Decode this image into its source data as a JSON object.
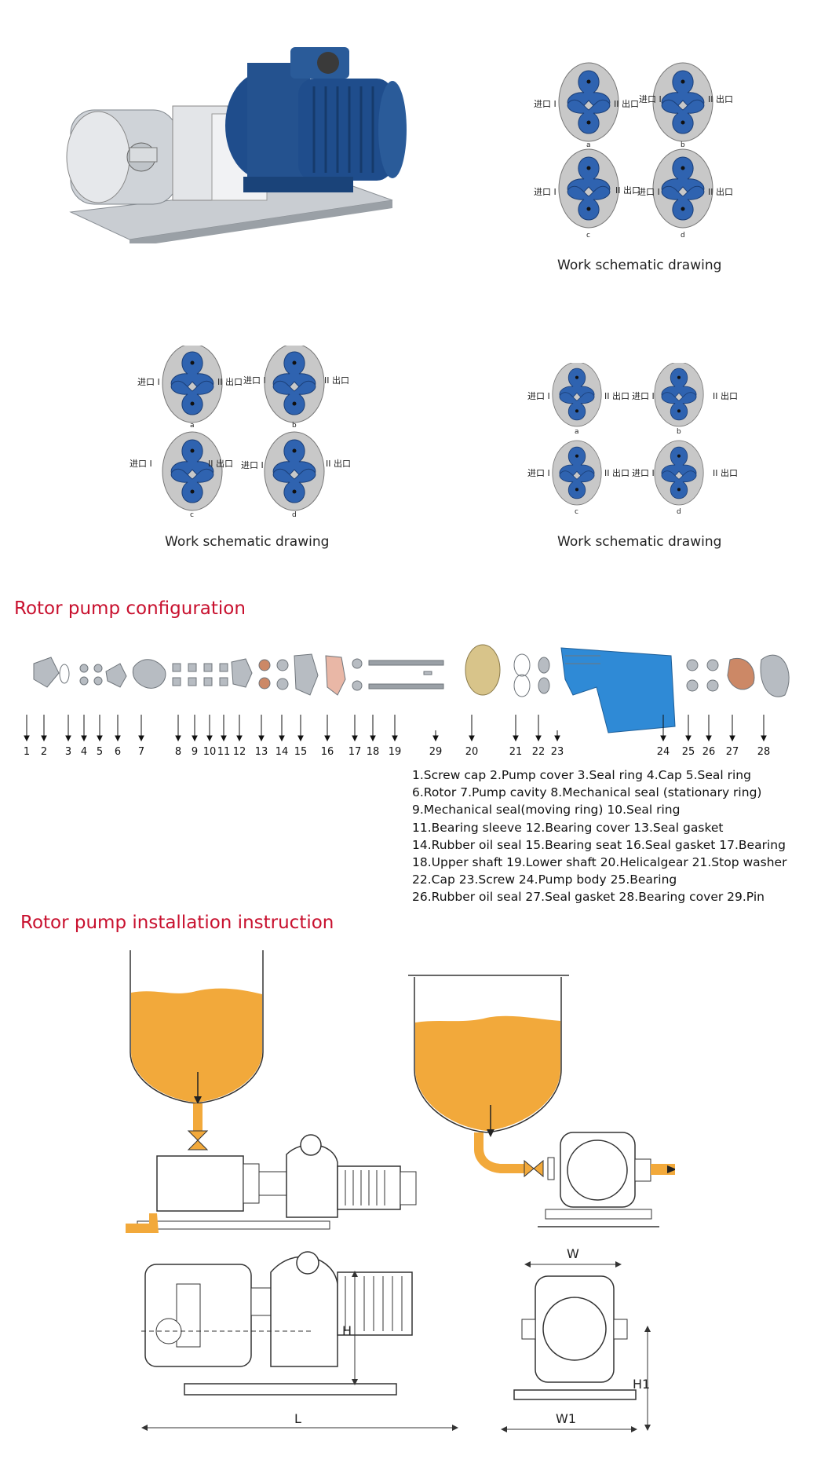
{
  "schematic_captions": [
    "Work schematic drawing",
    "Work schematic drawing",
    "Work schematic drawing"
  ],
  "schematic_labels": {
    "inlet": "进口 I",
    "outlet": "II 出口",
    "stages": [
      "a",
      "b",
      "c",
      "d"
    ]
  },
  "configuration": {
    "title": "Rotor pump configuration",
    "numbers": [
      "1",
      "2",
      "3",
      "4",
      "5",
      "6",
      "7",
      "8",
      "9",
      "10",
      "11",
      "12",
      "13",
      "14",
      "15",
      "16",
      "17",
      "18",
      "19",
      "29",
      "20",
      "21",
      "22",
      "23",
      "24",
      "25",
      "26",
      "27",
      "28"
    ],
    "parts_lines": [
      "1.Screw cap   2.Pump cover   3.Seal ring   4.Cap   5.Seal ring",
      "6.Rotor   7.Pump cavity   8.Mechanical seal (stationary ring)",
      "9.Mechanical seal(moving ring)   10.Seal ring",
      "11.Bearing sleeve   12.Bearing cover   13.Seal gasket",
      "14.Rubber oil seal   15.Bearing seat   16.Seal gasket   17.Bearing",
      "18.Upper shaft   19.Lower shaft   20.Helicalgear   21.Stop washer",
      "22.Cap   23.Screw   24.Pump body   25.Bearing",
      "26.Rubber oil seal   27.Seal gasket   28.Bearing cover   29.Pin"
    ]
  },
  "installation": {
    "title": "Rotor pump installation instruction",
    "dims": {
      "h": "H",
      "l": "L",
      "w": "W",
      "w1": "W1",
      "h1": "H1"
    }
  },
  "colors": {
    "rotor_blue": "#2f63b0",
    "accent_red": "#c8102e",
    "fluid_orange": "#f2a93b",
    "motor_blue": "#1f4d8c"
  }
}
